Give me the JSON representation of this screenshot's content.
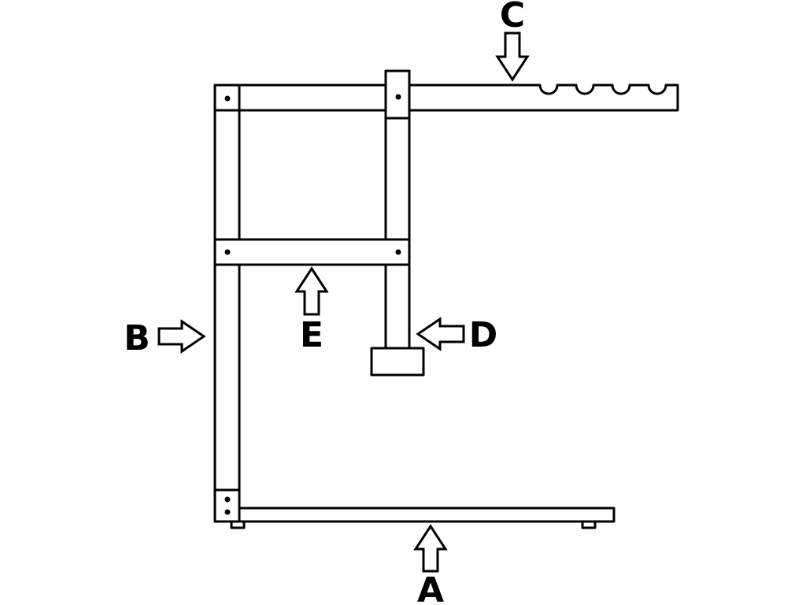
{
  "colors": {
    "line": "#000000",
    "fill": "#ffffff"
  },
  "labels": {
    "a": "A",
    "b": "B",
    "c": "C",
    "d": "D",
    "e": "E"
  }
}
